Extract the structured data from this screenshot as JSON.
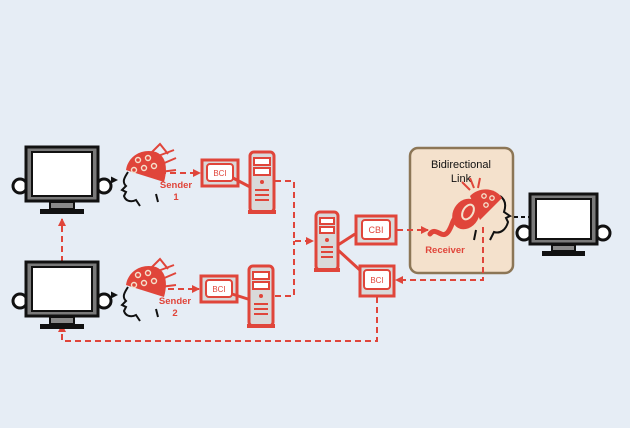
{
  "colors": {
    "background": "#e6edf5",
    "accent": "#e0453a",
    "dark": "#111111",
    "monitor_bezel": "#7a7a7a",
    "panel_fill": "#f4e1cc",
    "panel_border": "#8c7656",
    "device_fill": "#d9d9d9"
  },
  "senders": [
    {
      "label": "Sender",
      "number": "1",
      "bci_label": "BCI"
    },
    {
      "label": "Sender",
      "number": "2",
      "bci_label": "BCI"
    }
  ],
  "hub": {
    "cbi_label": "CBI",
    "bci_label": "BCI"
  },
  "receiver_panel": {
    "title_line1": "Bidirectional",
    "title_line2": "Link",
    "receiver_label": "Receiver"
  }
}
